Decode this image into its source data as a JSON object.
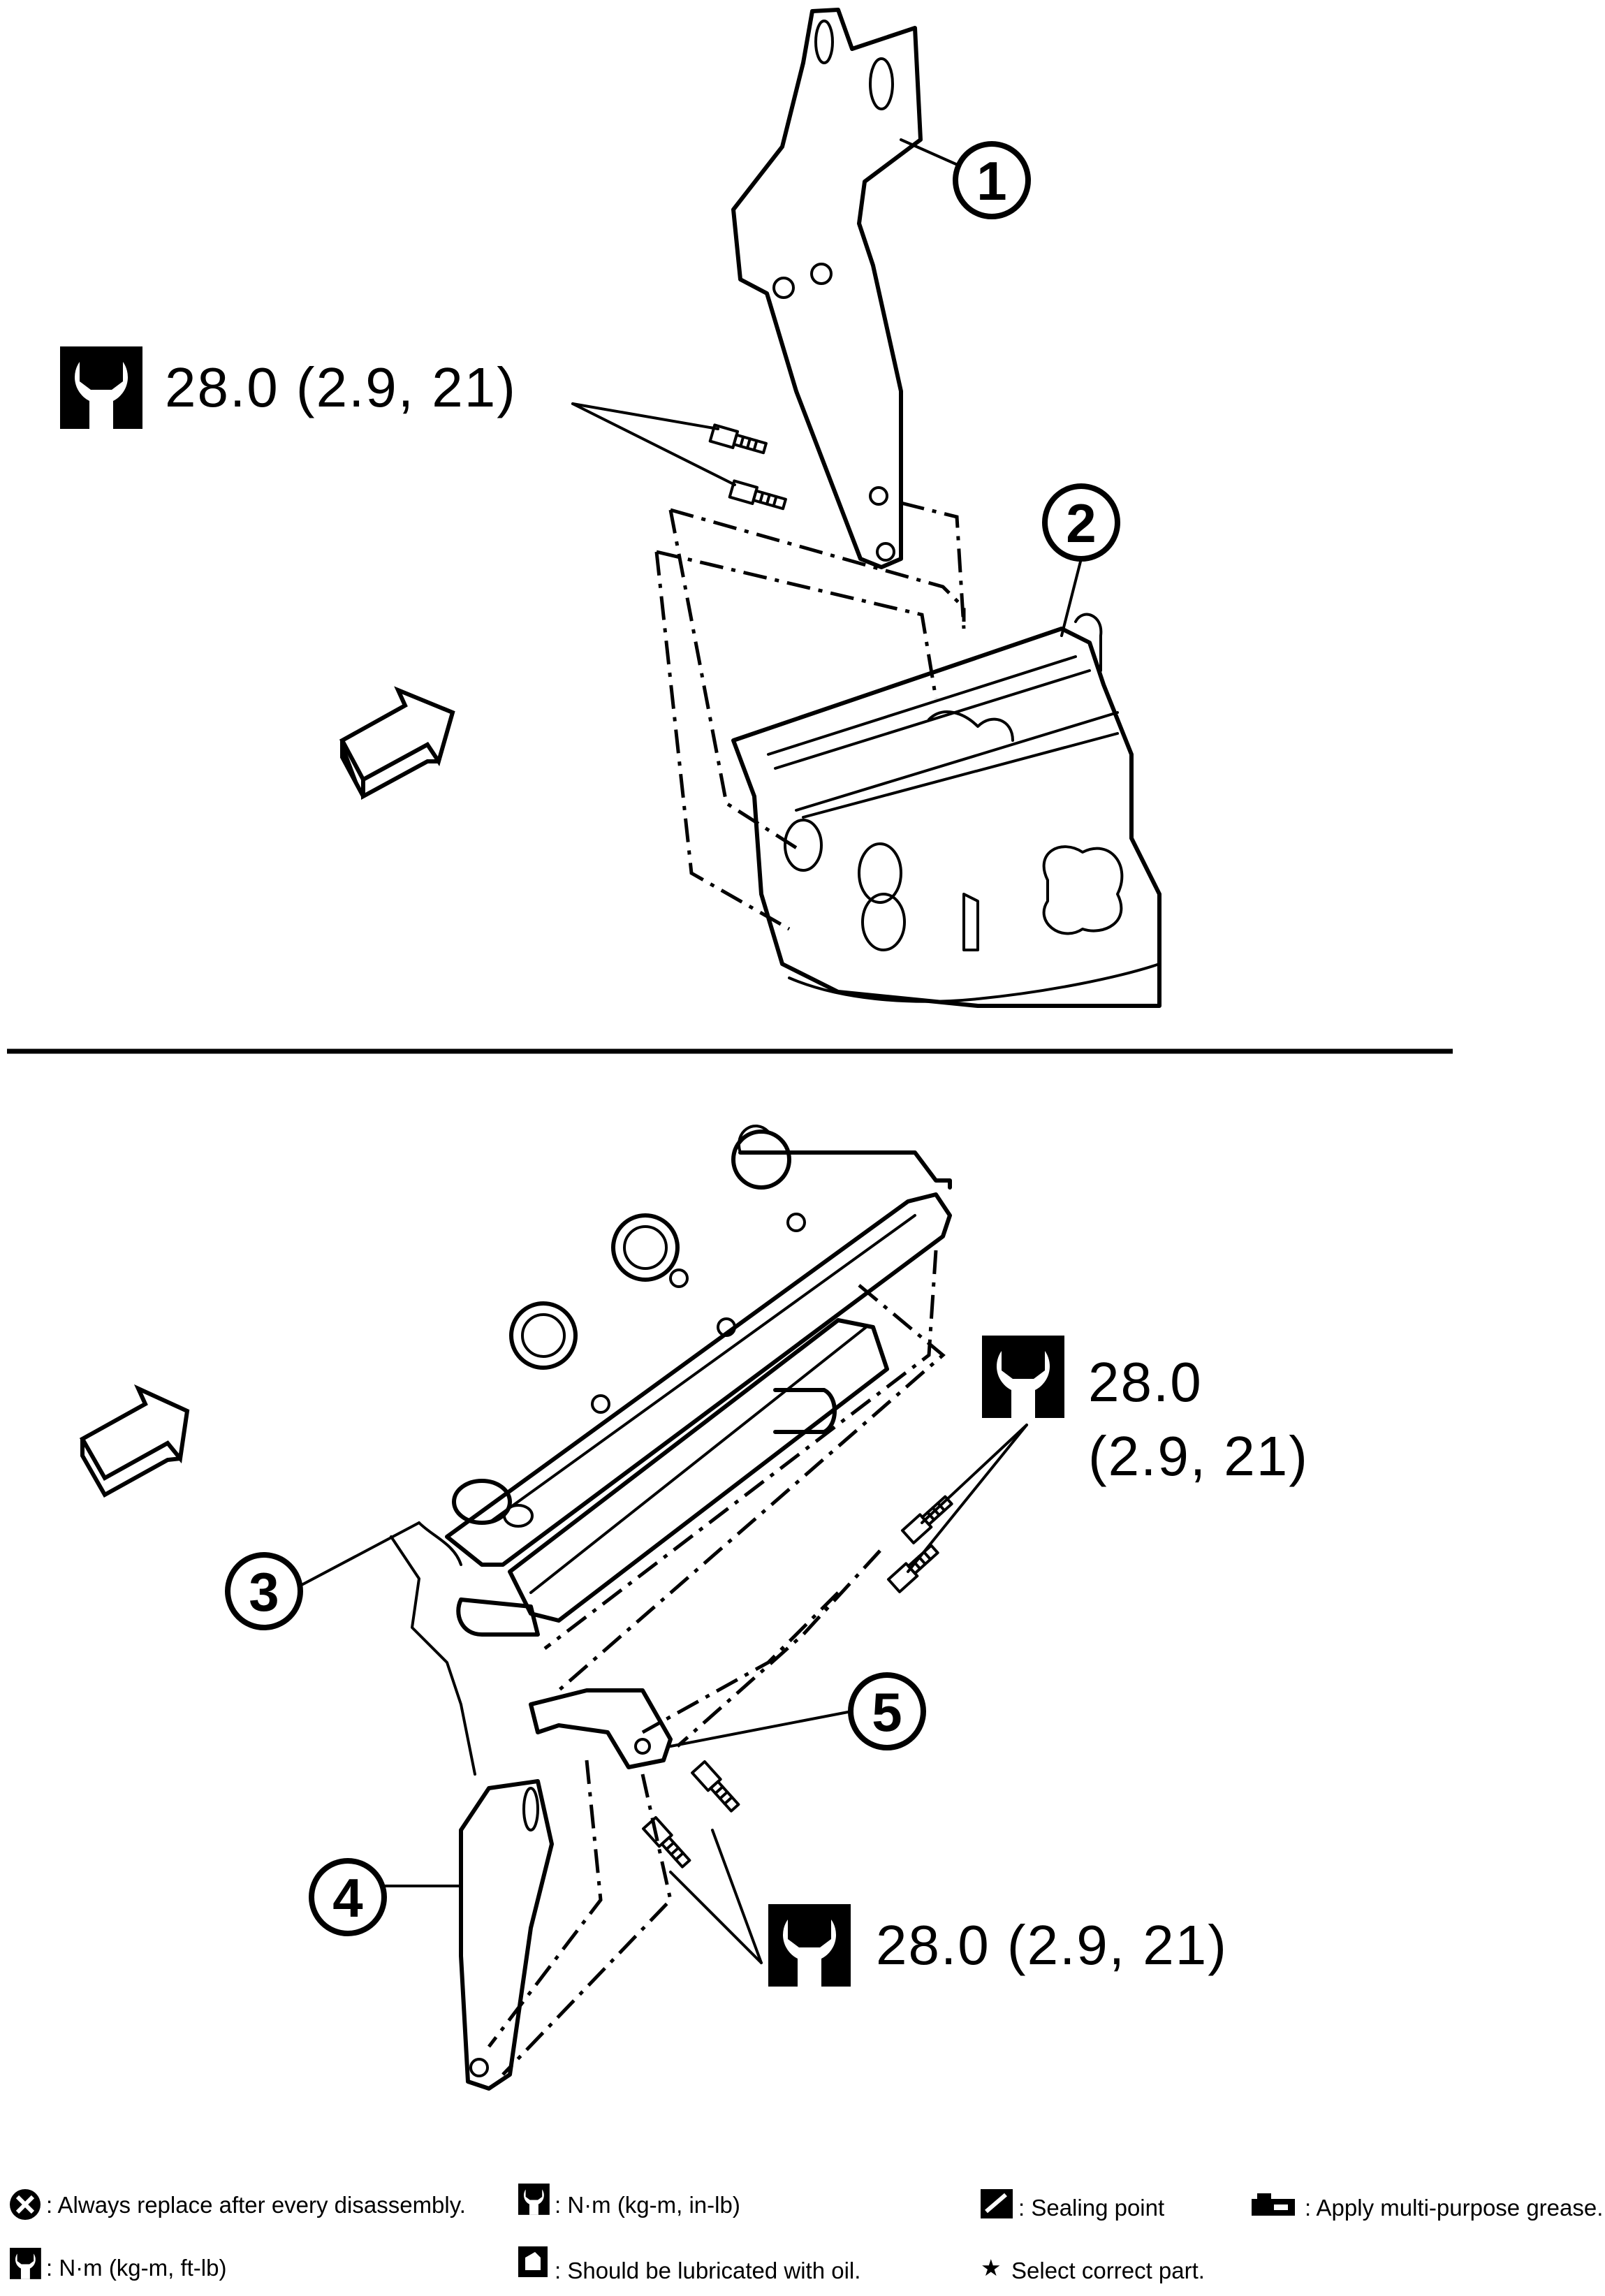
{
  "torque_specs": {
    "top": "28.0 (2.9, 21)",
    "right_line1": "28.0",
    "right_line2": "(2.9, 21)",
    "bottom": "28.0 (2.9, 21)"
  },
  "callouts": [
    "1",
    "2",
    "3",
    "4",
    "5"
  ],
  "legend": {
    "always_replace": ": Always replace after every disassembly.",
    "nm_kgm_inlb": ": N·m (kg-m, in-lb)",
    "sealing_point": ": Sealing point",
    "apply_grease": ": Apply multi-purpose grease.",
    "nm_kgm_ftlb": ": N·m (kg-m, ft-lb)",
    "lubricate_oil": ": Should be lubricated with oil.",
    "select_part": "Select correct part.",
    "star_symbol": "★"
  },
  "icons": {
    "torque": "wrench-nut-icon",
    "front_arrow": "front-direction-arrow-icon",
    "replace": "x-circle-icon",
    "sealing": "sealant-tube-icon",
    "grease": "grease-gun-icon",
    "oil": "oil-can-icon"
  }
}
